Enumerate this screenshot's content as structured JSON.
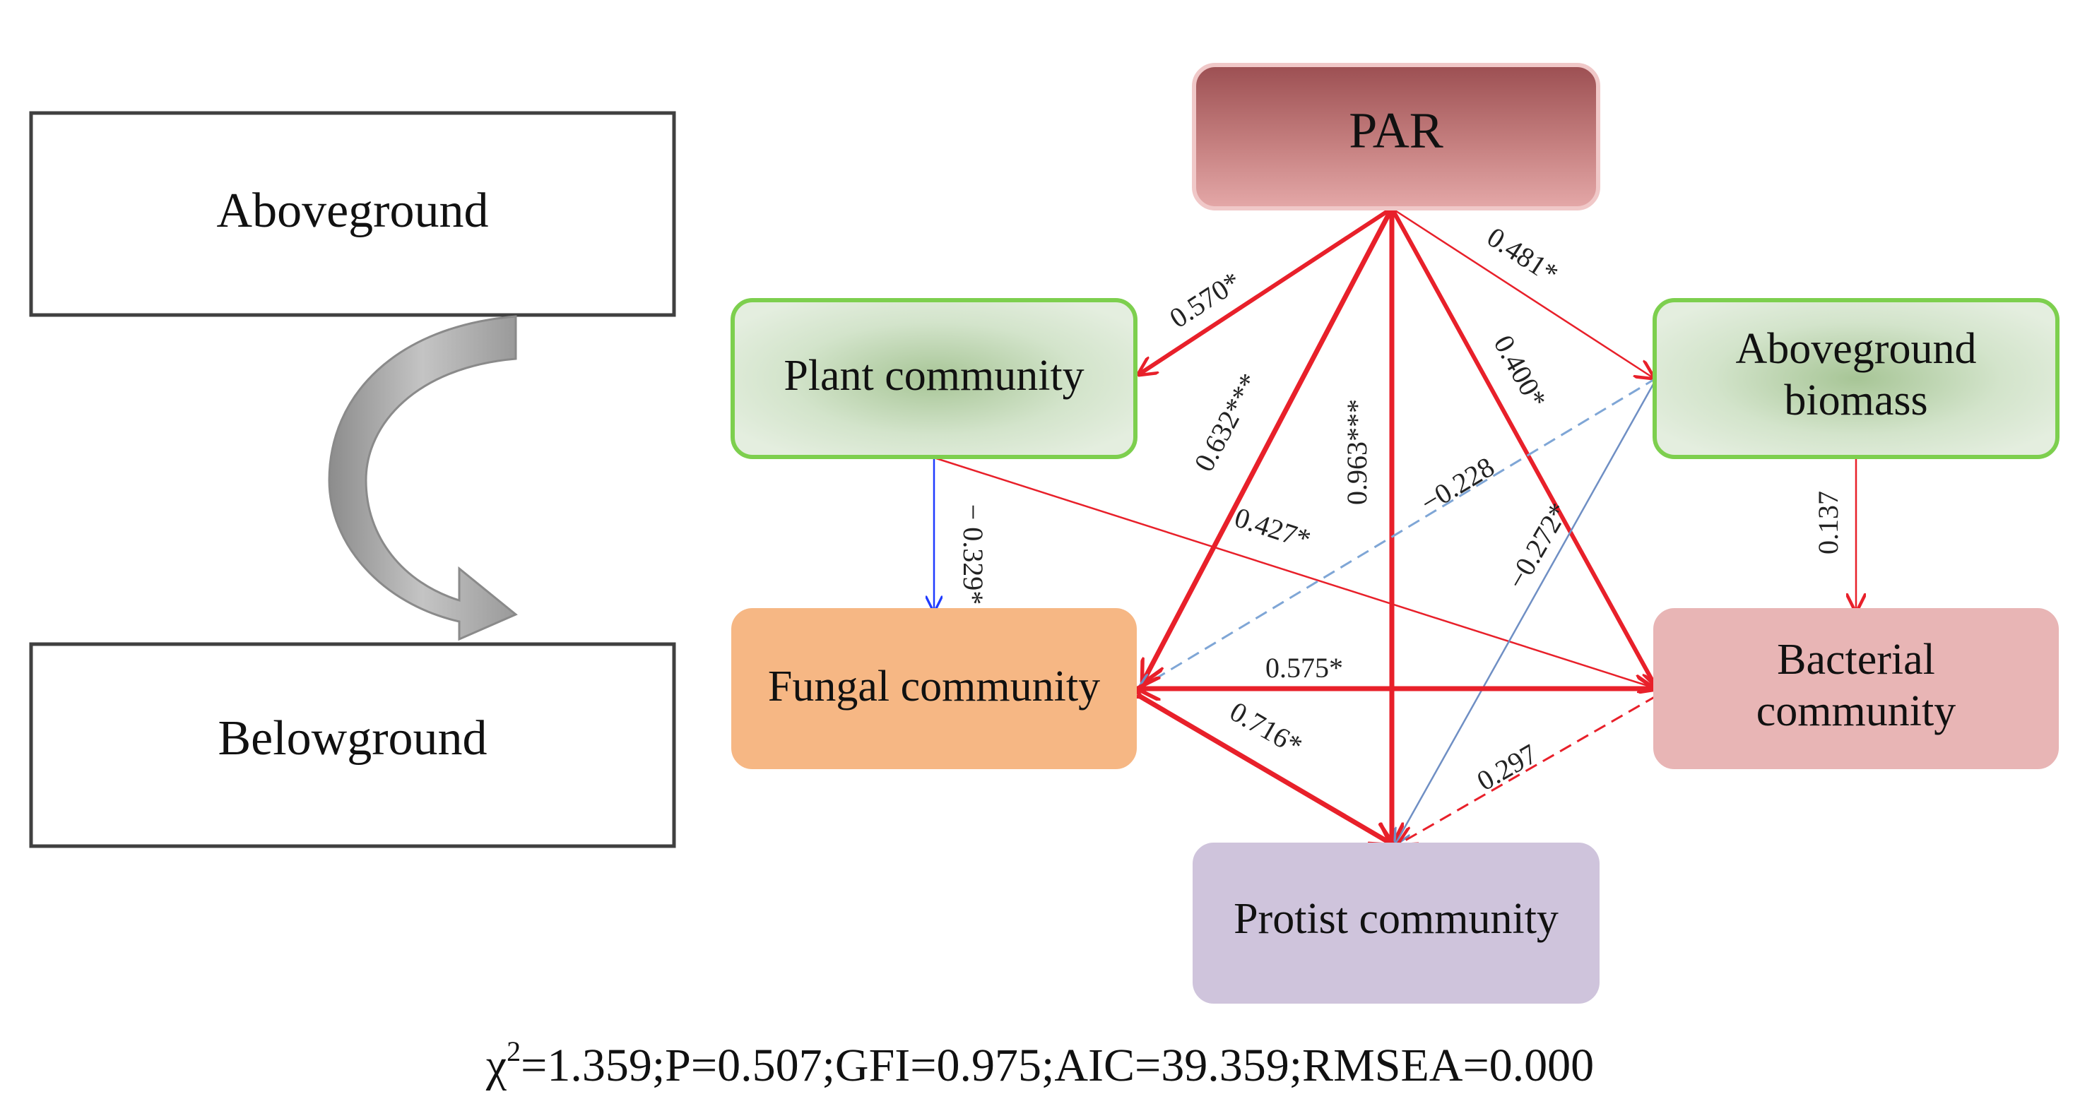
{
  "side_panel": {
    "top_label": "Aboveground",
    "bottom_label": "Belowground"
  },
  "nodes": {
    "par": "PAR",
    "plant": "Plant community",
    "aboveground_biomass": [
      "Aboveground",
      "biomass"
    ],
    "fungal": "Fungal community",
    "bacterial": [
      "Bacterial",
      "community"
    ],
    "protist": "Protist community"
  },
  "paths": [
    {
      "from": "PAR",
      "to": "Plant community",
      "label": "0.570*",
      "sign": "positive",
      "style": "solid"
    },
    {
      "from": "PAR",
      "to": "Aboveground biomass",
      "label": "0.481*",
      "sign": "positive",
      "style": "solid"
    },
    {
      "from": "PAR",
      "to": "Fungal community",
      "label": "0.632***",
      "sign": "positive",
      "style": "solid"
    },
    {
      "from": "PAR",
      "to": "Protist community",
      "label": "0.963***",
      "sign": "positive",
      "style": "solid"
    },
    {
      "from": "PAR",
      "to": "Bacterial community",
      "label": "0.400*",
      "sign": "positive",
      "style": "solid"
    },
    {
      "from": "Plant community",
      "to": "Fungal community",
      "label": "− 0.329*",
      "sign": "negative",
      "style": "solid"
    },
    {
      "from": "Plant community",
      "to": "Bacterial community",
      "label": "0.427*",
      "sign": "positive",
      "style": "solid"
    },
    {
      "from": "Aboveground biomass",
      "to": "Fungal community",
      "label": "−0.228",
      "sign": "negative",
      "style": "dashed"
    },
    {
      "from": "Aboveground biomass",
      "to": "Protist community",
      "label": "−0.272*",
      "sign": "negative",
      "style": "solid"
    },
    {
      "from": "Aboveground biomass",
      "to": "Bacterial community",
      "label": "0.137",
      "sign": "positive",
      "style": "solid"
    },
    {
      "from": "Bacterial community",
      "to": "Fungal community",
      "label": "0.575*",
      "sign": "positive",
      "style": "solid"
    },
    {
      "from": "Fungal community",
      "to": "Protist community",
      "label": "0.716*",
      "sign": "positive",
      "style": "solid"
    },
    {
      "from": "Bacterial community",
      "to": "Protist community",
      "label": "0.297",
      "sign": "positive",
      "style": "dashed"
    }
  ],
  "fit_stats": {
    "chi_symbol": "χ",
    "chi_exponent": "2",
    "rest": "=1.359;P=0.507;GFI=0.975;AIC=39.359;RMSEA=0.000"
  },
  "colors": {
    "positive": "#e8202a",
    "negative_solid": "#1f3bff",
    "negative_dashed": "#7fa6d6",
    "negative_thin": "#6f8fc4",
    "par_fill": "#b86a6a",
    "plant_fill": "#cfe0c6",
    "biomass_fill": "#cfe0c6",
    "green_border": "#7dcf4e",
    "fungal_fill": "#f6b784",
    "bacterial_fill": "#e8b5b5",
    "protist_fill": "#cfc4dc",
    "curved_arrow": "#a6a6a6"
  }
}
